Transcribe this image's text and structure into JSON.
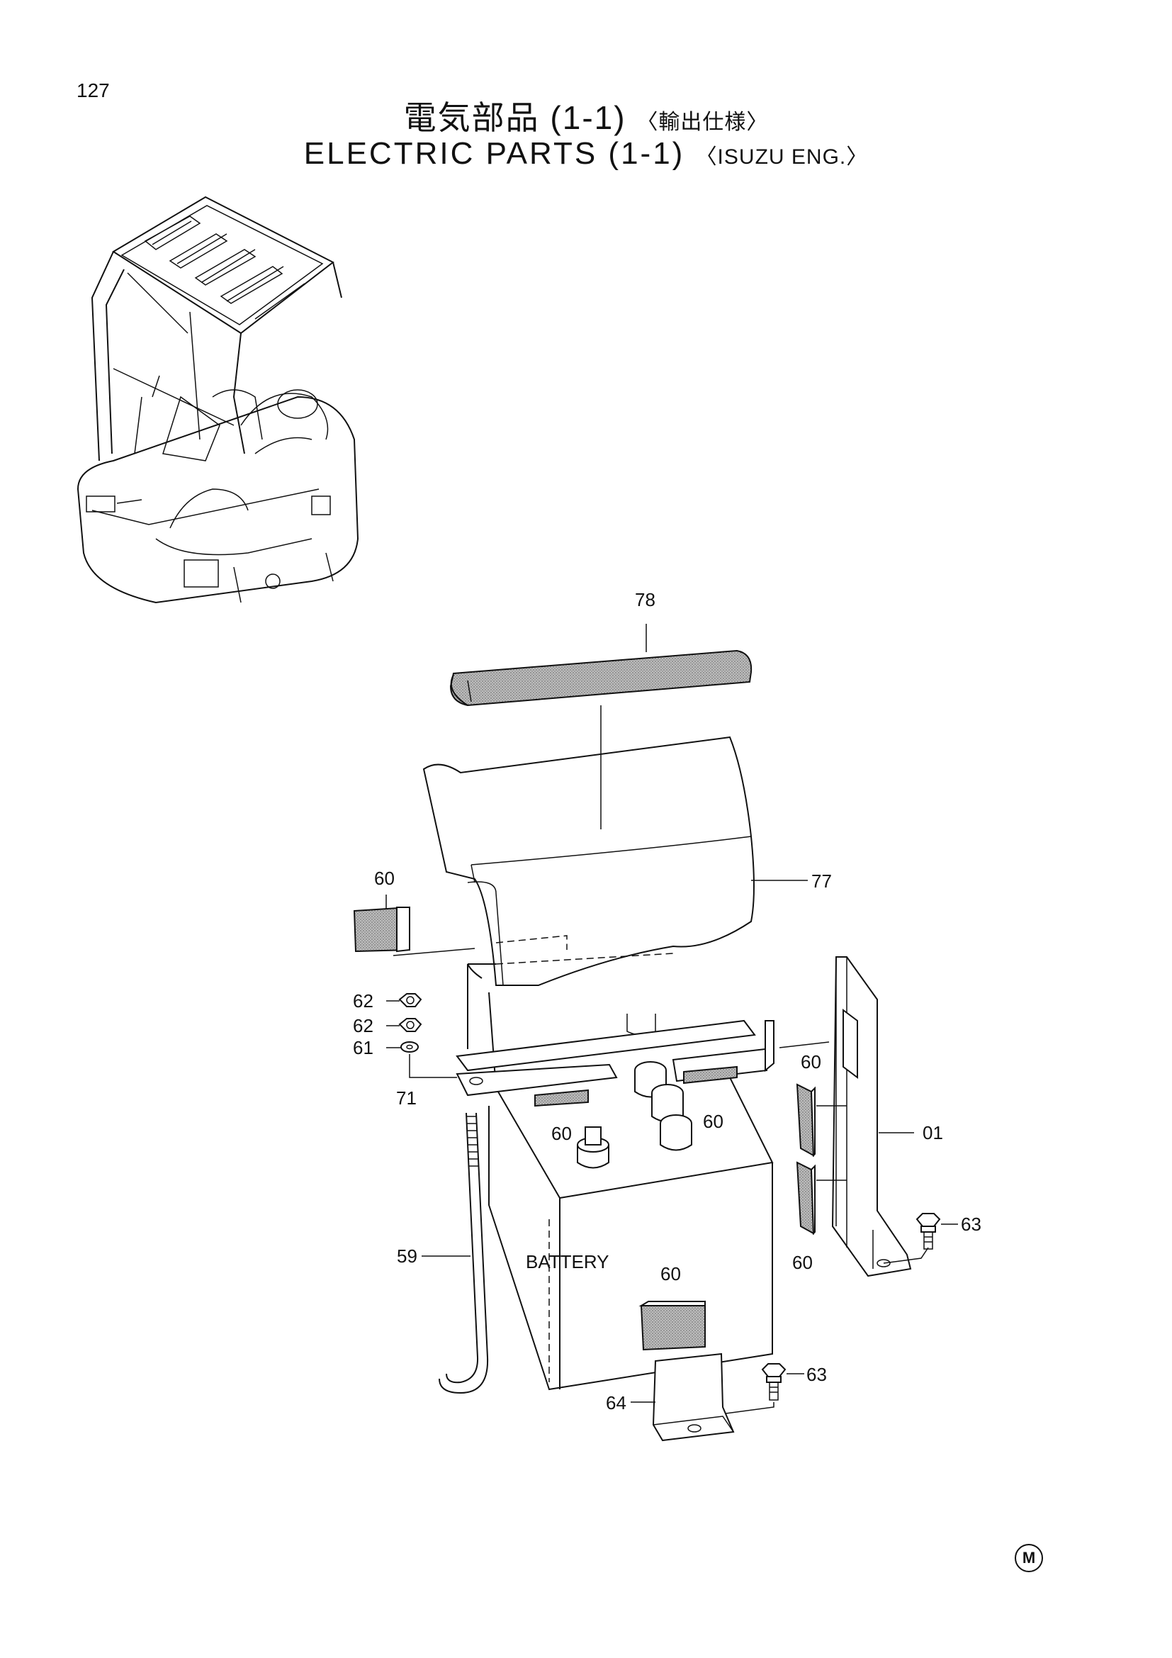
{
  "page": {
    "number": "127"
  },
  "title": {
    "jp": "電気部品 (1-1)",
    "jp_qualifier": "〈輸出仕様〉",
    "en": "ELECTRIC PARTS (1-1)",
    "en_qualifier": "〈ISUZU ENG.〉"
  },
  "diagram": {
    "battery_label": "BATTERY",
    "callouts": [
      {
        "id": "c78",
        "text": "78"
      },
      {
        "id": "c77",
        "text": "77"
      },
      {
        "id": "c60a",
        "text": "60"
      },
      {
        "id": "c62a",
        "text": "62"
      },
      {
        "id": "c62b",
        "text": "62"
      },
      {
        "id": "c61",
        "text": "61"
      },
      {
        "id": "c71",
        "text": "71"
      },
      {
        "id": "c60b",
        "text": "60"
      },
      {
        "id": "c60c",
        "text": "60"
      },
      {
        "id": "c60d",
        "text": "60"
      },
      {
        "id": "c01",
        "text": "01"
      },
      {
        "id": "c63a",
        "text": "63"
      },
      {
        "id": "c60e",
        "text": "60"
      },
      {
        "id": "c59",
        "text": "59"
      },
      {
        "id": "c60f",
        "text": "60"
      },
      {
        "id": "c63b",
        "text": "63"
      },
      {
        "id": "c64",
        "text": "64"
      }
    ]
  },
  "footer": {
    "mark": "M"
  }
}
